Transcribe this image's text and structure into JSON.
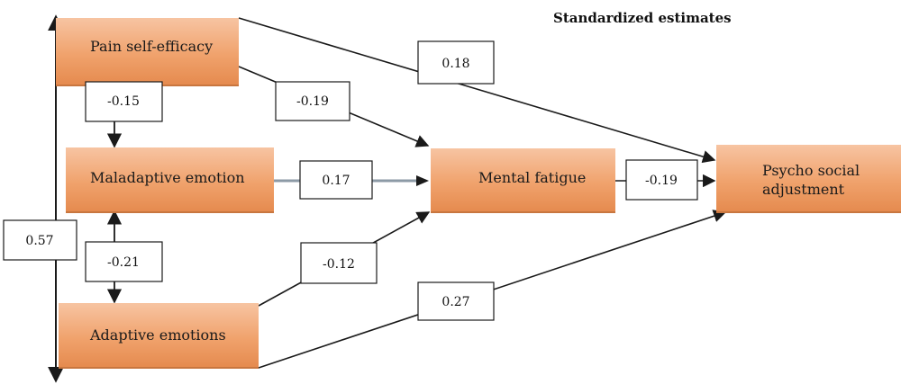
{
  "title": "Standardized estimates",
  "nodes": {
    "pain": "Pain self-efficacy",
    "maladaptive": "Maladaptive emotion",
    "adaptive": "Adaptive emotions",
    "fatigue": "Mental fatigue",
    "psycho_line1": "Psycho social",
    "psycho_line2": "adjustment"
  },
  "coefficients": {
    "pain_psycho": "0.18",
    "pain_fatigue": "-0.19",
    "pain_maladaptive": "-0.15",
    "maladaptive_fatigue": "0.17",
    "fatigue_psycho": "-0.19",
    "maladaptive_adaptive": "-0.21",
    "adaptive_fatigue": "-0.12",
    "adaptive_psycho": "0.27",
    "pain_adaptive": "0.57"
  },
  "colors": {
    "node_fill": "#f3a978",
    "node_fill_dark": "#e88a4d",
    "node_border": "#c8763f",
    "arrow": "#1a1a1a",
    "grey_arrow": "#8c9aa6"
  }
}
